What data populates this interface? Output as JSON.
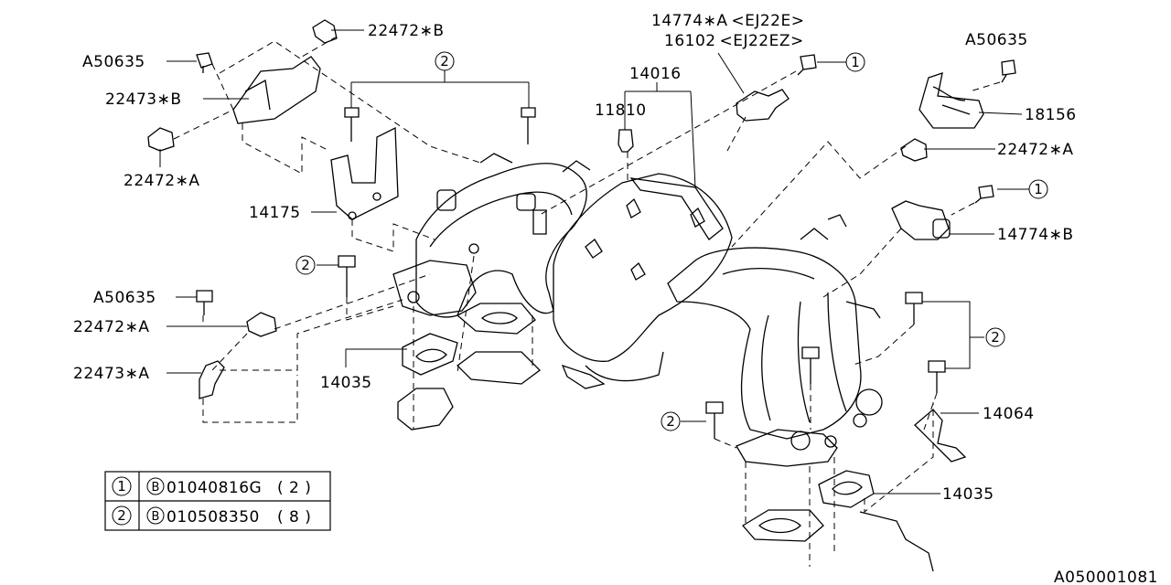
{
  "labels": {
    "p22472B": "22472∗B",
    "a50635_tl": "A50635",
    "p22473B": "22473∗B",
    "p22472A_l": "22472∗A",
    "p14175": "14175",
    "a50635_ml": "A50635",
    "p22472A_ml": "22472∗A",
    "p22473A": "22473∗A",
    "p14035_l": "14035",
    "p14774A": "14774∗A <EJ22E>",
    "p16102": "16102 <EJ22EZ>",
    "p14016": "14016",
    "p11810": "11810",
    "a50635_tr": "A50635",
    "p18156": "18156",
    "p22472A_r": "22472∗A",
    "p14774B": "14774∗B",
    "p14064": "14064",
    "p14035_r": "14035",
    "ref": "A050001081"
  },
  "callouts": {
    "one": "1",
    "two": "2"
  },
  "legend": {
    "rows": [
      {
        "num": "1",
        "marker": "B",
        "part": "01040816G",
        "qty": "( 2  )"
      },
      {
        "num": "2",
        "marker": "B",
        "part": "010508350",
        "qty": "( 8  )"
      }
    ]
  }
}
